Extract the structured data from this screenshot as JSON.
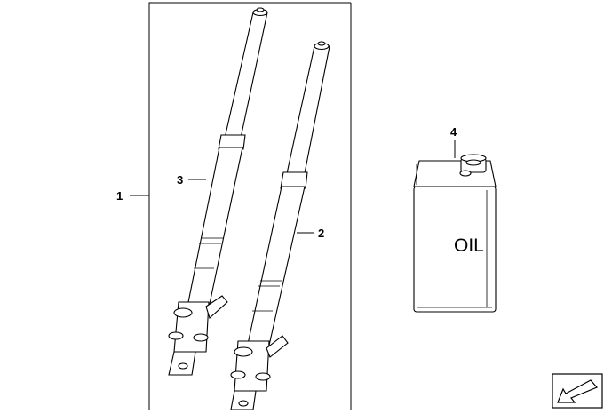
{
  "callouts": {
    "part_1": "1",
    "part_2": "2",
    "part_3": "3",
    "part_4": "4"
  },
  "oil_can": {
    "label": "OIL"
  },
  "nav_icon": "arrow-down-left-icon"
}
